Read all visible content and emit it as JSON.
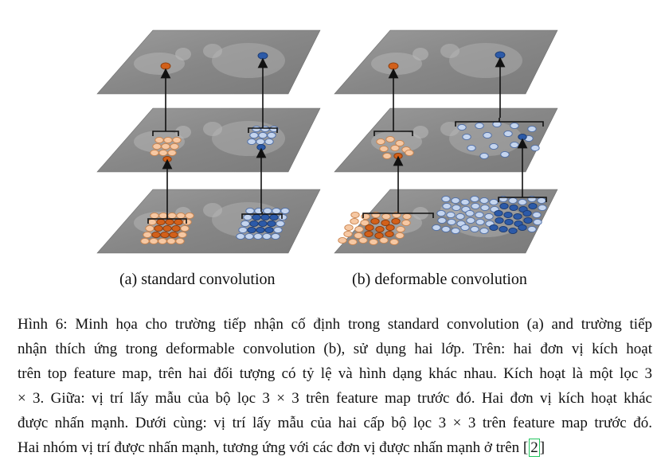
{
  "figure": {
    "subcaption_a": "(a) standard convolution",
    "subcaption_b": "(b) deformable convolution"
  },
  "caption": {
    "lines": [
      "Hình 6: Minh họa cho trường tiếp nhận cố định trong standard convolution (a) and trường tiếp",
      "nhận thích ứng trong deformable convolution (b), sử dụng hai lớp. Trên: hai đơn vị kích hoạt",
      "trên top feature map, trên hai đối tượng có tỷ lệ và hình dạng khác nhau. Kích hoạt là một lọc 3",
      "× 3. Giữa: vị trí lấy mẫu của bộ lọc 3 × 3 trên feature map trước đó. Hai đơn vị kích hoạt khác",
      "được nhấn mạnh. Dưới cùng: vị trí lấy mẫu của hai cấp bộ lọc 3 × 3 trên feature map trước đó."
    ],
    "last_line_prefix": "Hai nhóm vị trí được nhấn mạnh, tương ứng với các đơn vị được nhấn mạnh ở trên [",
    "ref": "2",
    "last_line_suffix": "]"
  },
  "colors": {
    "plane": "#8a8a8a",
    "orange_dark": "#d2601a",
    "orange_light": "#f6c8a3",
    "blue_dark": "#2c5aa8",
    "blue_light": "#c5d5ee",
    "ref_box": "#22c55e"
  }
}
